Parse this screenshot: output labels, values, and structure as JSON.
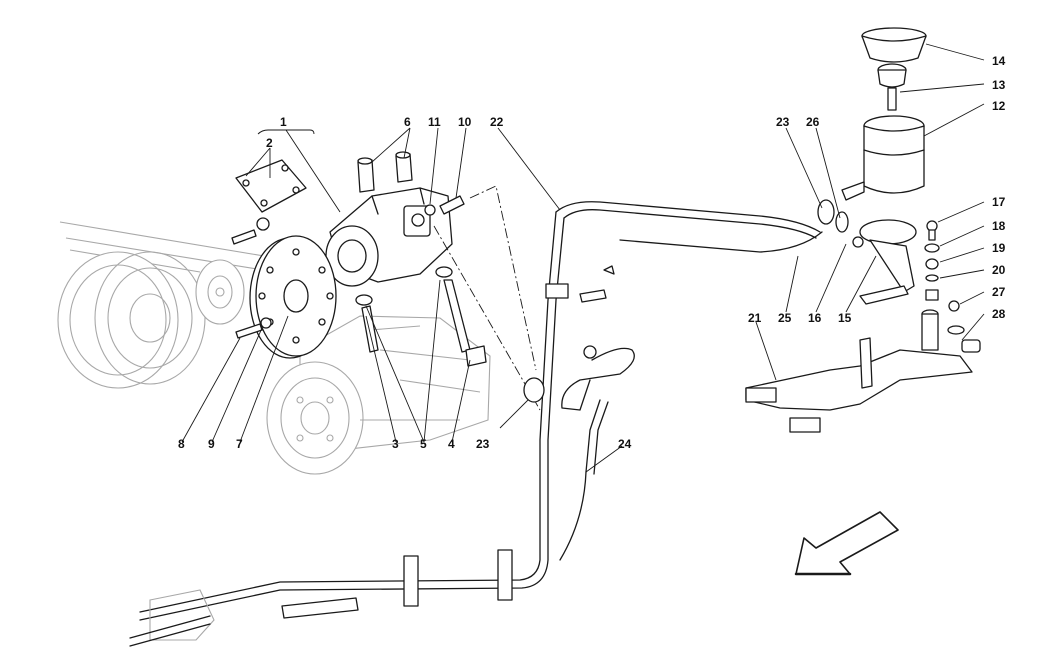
{
  "callouts": [
    {
      "id": "1",
      "label": "1"
    },
    {
      "id": "2",
      "label": "2"
    },
    {
      "id": "6",
      "label": "6"
    },
    {
      "id": "11",
      "label": "11"
    },
    {
      "id": "10",
      "label": "10"
    },
    {
      "id": "22",
      "label": "22"
    },
    {
      "id": "23a",
      "label": "23"
    },
    {
      "id": "26",
      "label": "26"
    },
    {
      "id": "14",
      "label": "14"
    },
    {
      "id": "13",
      "label": "13"
    },
    {
      "id": "12",
      "label": "12"
    },
    {
      "id": "17",
      "label": "17"
    },
    {
      "id": "18",
      "label": "18"
    },
    {
      "id": "19",
      "label": "19"
    },
    {
      "id": "20",
      "label": "20"
    },
    {
      "id": "27",
      "label": "27"
    },
    {
      "id": "28",
      "label": "28"
    },
    {
      "id": "21",
      "label": "21"
    },
    {
      "id": "25",
      "label": "25"
    },
    {
      "id": "16",
      "label": "16"
    },
    {
      "id": "15",
      "label": "15"
    },
    {
      "id": "8",
      "label": "8"
    },
    {
      "id": "9",
      "label": "9"
    },
    {
      "id": "7",
      "label": "7"
    },
    {
      "id": "3",
      "label": "3"
    },
    {
      "id": "5",
      "label": "5"
    },
    {
      "id": "4",
      "label": "4"
    },
    {
      "id": "23b",
      "label": "23"
    },
    {
      "id": "24",
      "label": "24"
    }
  ],
  "icons": {
    "direction_arrow": "front-direction-arrow-icon"
  }
}
